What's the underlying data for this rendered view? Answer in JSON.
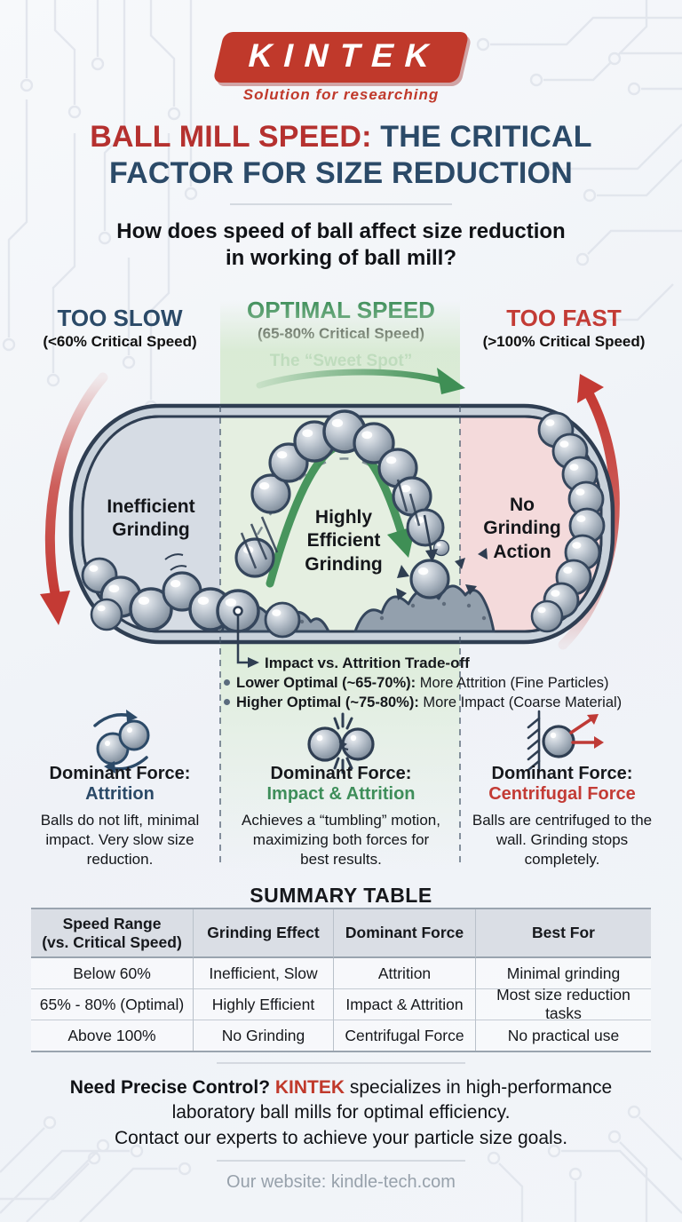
{
  "colors": {
    "red": "#b5312f",
    "navy": "#2b4a68",
    "green": "#3e8e5a",
    "logo_red": "#c0392b"
  },
  "brand": {
    "logo_text": "KINTEK",
    "slogan": "Solution for researching"
  },
  "title": {
    "part_red": "BALL MILL SPEED:",
    "part_blue": " THE CRITICAL\nFACTOR FOR SIZE REDUCTION"
  },
  "question": "How does speed of ball affect size reduction\nin working of ball mill?",
  "columns": [
    {
      "id": "slow",
      "heading": "TOO SLOW",
      "range": "(<60% Critical Speed)",
      "zone_label": "Inefficient\nGrinding",
      "icon": "attrition-balls-icon",
      "force_title": "Dominant Force:",
      "force_name": "Attrition",
      "description": "Balls do not lift, minimal\nimpact. Very slow size\nreduction."
    },
    {
      "id": "optimal",
      "heading": "OPTIMAL SPEED",
      "range": "(65-80% Critical Speed)",
      "sweet_spot": "The “Sweet Spot”",
      "zone_label": "Highly\nEfficient\nGrinding",
      "icon": "impact-balls-icon",
      "force_title": "Dominant Force:",
      "force_name": "Impact & Attrition",
      "description": "Achieves a “tumbling” motion,\nmaximizing both forces for\nbest results."
    },
    {
      "id": "fast",
      "heading": "TOO FAST",
      "range": "(>100% Critical Speed)",
      "zone_label": "No\nGrinding\nAction",
      "icon": "centrifugal-ball-icon",
      "force_title": "Dominant Force:",
      "force_name": "Centrifugal Force",
      "description": "Balls are centrifuged to the\nwall. Grinding stops\ncompletely."
    }
  ],
  "notes": {
    "tradeoff": "Impact vs. Attrition Trade-off",
    "bullet1_bold": "Lower Optimal (~65-70%):",
    "bullet1_rest": " More Attrition (Fine Particles)",
    "bullet2_bold": "Higher Optimal (~75-80%):",
    "bullet2_rest": " More Impact (Coarse Material)"
  },
  "summary_table": {
    "title": "SUMMARY TABLE",
    "headers": [
      "Speed Range\n(vs. Critical Speed)",
      "Grinding Effect",
      "Dominant Force",
      "Best For"
    ],
    "rows": [
      [
        "Below 60%",
        "Inefficient, Slow",
        "Attrition",
        "Minimal grinding"
      ],
      [
        "65% - 80% (Optimal)",
        "Highly Efficient",
        "Impact & Attrition",
        "Most size reduction tasks"
      ],
      [
        "Above 100%",
        "No Grinding",
        "Centrifugal Force",
        "No practical use"
      ]
    ]
  },
  "cta": {
    "bold": "Need Precise Control?",
    "brand": " KINTEK",
    "rest": " specializes in high-performance\nlaboratory ball mills for optimal efficiency.",
    "line2": "Contact our experts to achieve your particle size goals."
  },
  "footer": {
    "website": "Our website: kindle-tech.com"
  }
}
